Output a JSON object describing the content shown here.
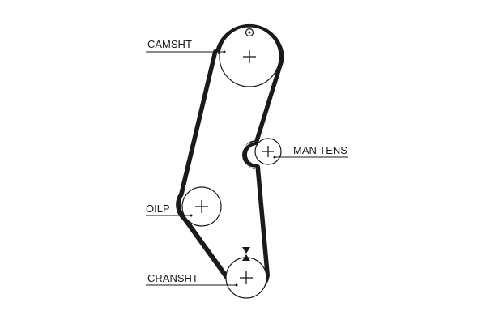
{
  "labels": {
    "camshaft": "CAMSHT",
    "tensioner": "MAN TENS",
    "oil_pump": "OILP",
    "crankshaft": "CRANSHT"
  },
  "colors": {
    "line": "#1a1a1a",
    "background": "#ffffff"
  },
  "icons": {
    "timing_mark": "circle-dot-icon",
    "alignment_mark": "double-triangle-icon"
  }
}
